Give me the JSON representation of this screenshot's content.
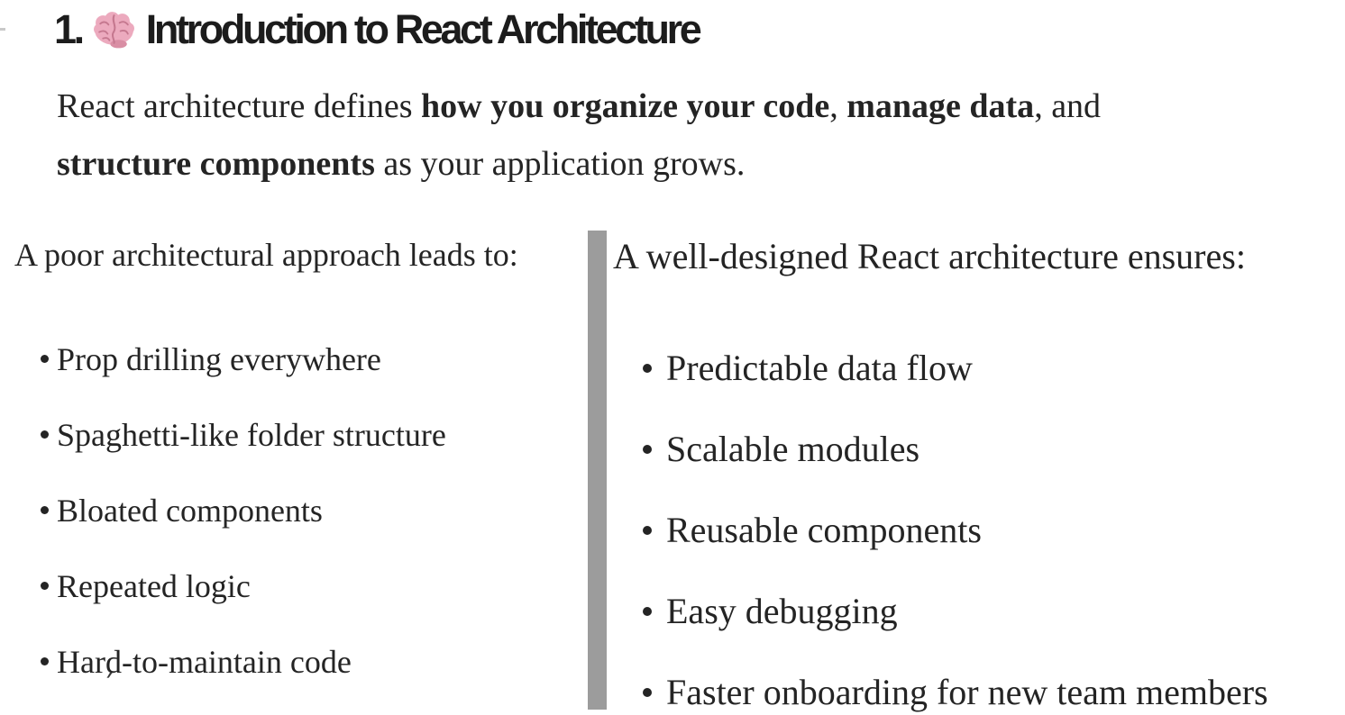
{
  "page": {
    "colors": {
      "background": "#ffffff",
      "body_text": "#242424",
      "heading_text": "#1c1c1c",
      "divider": "#9c9c9c",
      "emoji_pink": "#ecaabe"
    }
  },
  "heading": {
    "number": "1.",
    "emoji": "brain",
    "title": "Introduction to React Architecture"
  },
  "intro": {
    "seg1": "React architecture defines ",
    "seg2_bold": "how you organize your code",
    "seg3": ", ",
    "seg4_bold": "manage data",
    "seg5": ", and",
    "seg6_bold": "structure components",
    "seg7": " as your application grows."
  },
  "columns": {
    "left": {
      "header": "A poor architectural approach leads to:",
      "items": [
        "Prop drilling everywhere",
        "Spaghetti-like folder structure",
        "Bloated components",
        "Repeated logic",
        "Hard-to-maintain code"
      ]
    },
    "right": {
      "header": "A well-designed React architecture ensures:",
      "items": [
        "Predictable data flow",
        "Scalable modules",
        "Reusable components",
        "Easy debugging",
        "Faster onboarding for new team members"
      ]
    }
  },
  "artifacts": {
    "stray_mark": "ˊ"
  }
}
